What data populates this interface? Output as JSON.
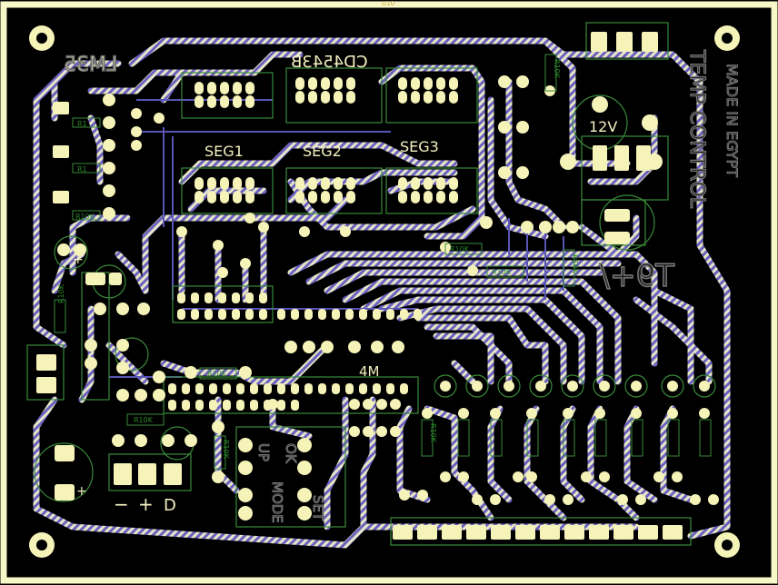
{
  "board": {
    "top_marker": "U10",
    "colors": {
      "background": "#000000",
      "frame": "#f8f7c8",
      "pad": "#f5f3b8",
      "trace_stripe": "#6b62c0",
      "trace_base": "#e8e6c8",
      "silkscreen": "#f3f1c0",
      "outline": "#3a8a3a"
    }
  },
  "labels": {
    "lm35": "LM35",
    "ic_top": "CD4543B",
    "seg1": "SEG1",
    "seg2": "SEG2",
    "seg3": "SEG3",
    "v12": "12V",
    "crystal": "4M",
    "made_in_egypt": "MADE IN EGYPT",
    "temp_control": "TEMP CONTROL",
    "version": "T9+/",
    "power_minus": "−",
    "power_plus": "+",
    "power_d": "D",
    "btn_up": "UP",
    "btn_ok": "OK",
    "btn_mode": "MODE",
    "btn_set": "SET",
    "plus_marks": [
      "+",
      "+"
    ]
  },
  "resistor_labels": [
    "R1",
    "R1",
    "R10K",
    "R10K",
    "R10K",
    "R10K",
    "R10K",
    "R10K",
    "R10K",
    "R10K",
    "R10K",
    "R10K"
  ]
}
